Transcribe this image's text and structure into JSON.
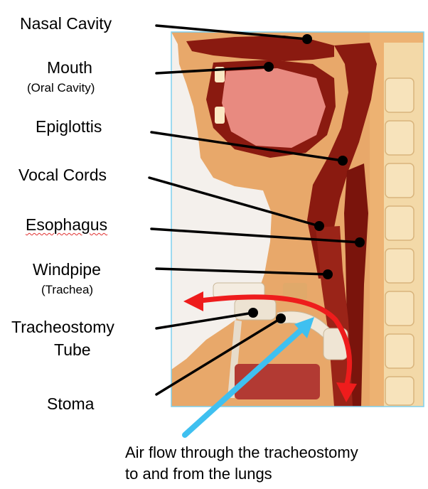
{
  "labels": {
    "nasal_cavity": "Nasal Cavity",
    "mouth": "Mouth",
    "mouth_sub": "(Oral Cavity)",
    "epiglottis": "Epiglottis",
    "vocal_cords": "Vocal Cords",
    "esophagus": "Esophagus",
    "windpipe": "Windpipe",
    "windpipe_sub": "(Trachea)",
    "trach_tube_line1": "Tracheostomy",
    "trach_tube_line2": "Tube",
    "stoma": "Stoma"
  },
  "caption": {
    "line1": "Air flow through the tracheostomy",
    "line2": "to and from the lungs"
  },
  "colors": {
    "frame_border": "#7fd0ee",
    "airflow_arrow": "#ee1c1c",
    "pointer_arrow": "#3fc0f0",
    "skin": "#e8a86a",
    "airway": "#8a1a10",
    "spine": "#f3d9a8"
  }
}
